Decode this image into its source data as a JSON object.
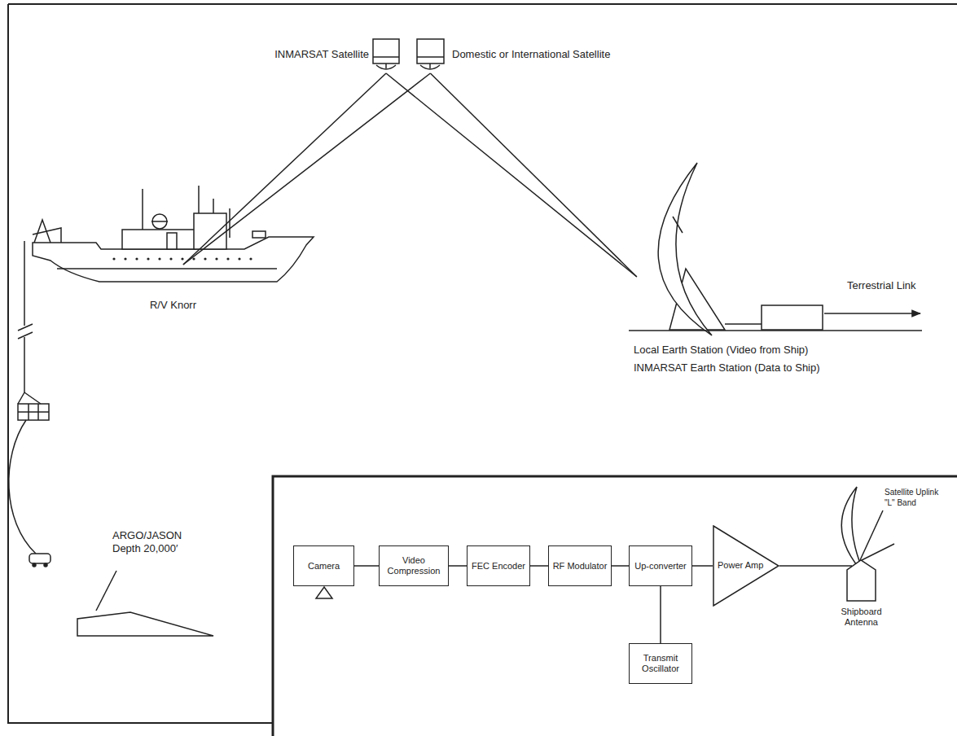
{
  "diagram": {
    "nodes": [
      {
        "text": [
          "INMARSAT Satellite"
        ]
      },
      {
        "text": [
          "Domestic or International Satellite"
        ]
      },
      {
        "text": [
          "R/V Knorr"
        ]
      },
      {
        "text": [
          "Local Earth Station (Video from Ship)",
          "INMARSAT Earth Station (Data to Ship)"
        ]
      },
      {
        "text": [
          "Camera"
        ]
      },
      {
        "text": [
          "Video Compression"
        ]
      },
      {
        "text": [
          "FEC Encoder"
        ]
      },
      {
        "text": [
          "RF Modulator"
        ]
      },
      {
        "text": [
          "Up-converter"
        ]
      },
      {
        "text": [
          "Power Amp"
        ]
      },
      {
        "text": [
          "Transmit Oscillator"
        ]
      },
      {
        "text": [
          "Shipboard Antenna"
        ]
      }
    ],
    "edges": [
      {
        "from": 2,
        "to": 0,
        "arrow": "none"
      },
      {
        "from": 2,
        "to": 1,
        "arrow": "none"
      },
      {
        "from": 0,
        "to": 3,
        "arrow": "none"
      },
      {
        "from": 1,
        "to": 3,
        "arrow": "none"
      },
      {
        "from": 4,
        "to": 5,
        "arrow": "none"
      },
      {
        "from": 5,
        "to": 6,
        "arrow": "none"
      },
      {
        "from": 6,
        "to": 7,
        "arrow": "none"
      },
      {
        "from": 7,
        "to": 8,
        "arrow": "none"
      },
      {
        "from": 8,
        "to": 9,
        "arrow": "none"
      },
      {
        "from": 9,
        "to": 11,
        "arrow": "none"
      },
      {
        "from": 10,
        "to": 8,
        "arrow": "none"
      }
    ],
    "labels": [
      "Terrestrial Link",
      "ARGO/JASON Depth 20,000′",
      "Satellite Uplink \"L\" Band"
    ]
  }
}
